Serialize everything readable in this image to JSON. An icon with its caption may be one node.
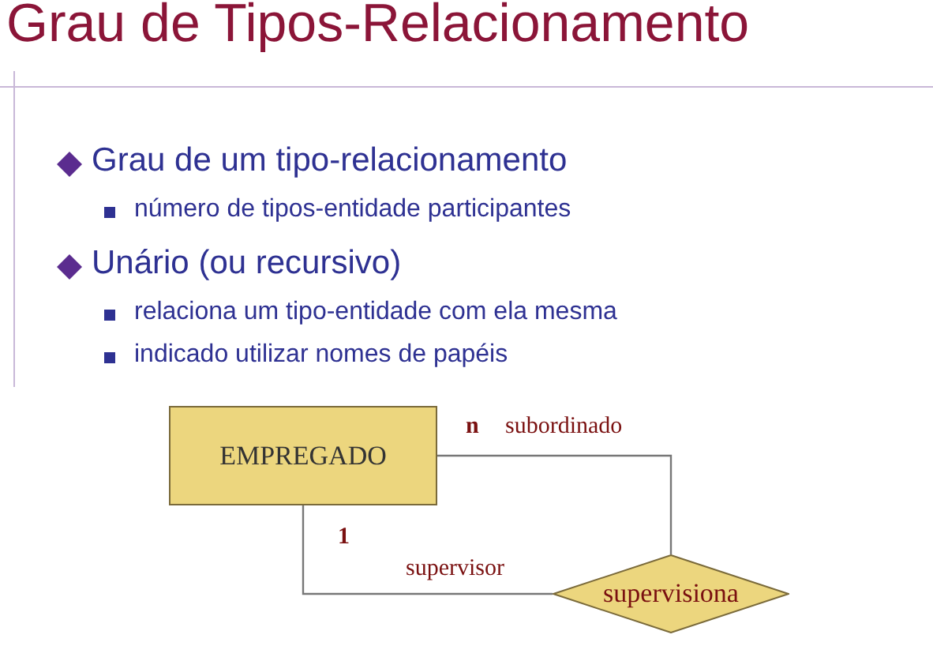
{
  "diagram": {
    "title": "Grau de Tipos-Relacionamento",
    "nodes": [
      {
        "text": [
          "EMPREGADO"
        ]
      },
      {
        "text": [
          "supervisiona"
        ]
      }
    ],
    "edges": [
      {
        "from": 0,
        "to": 1,
        "arrow": "none",
        "label": "subordinado"
      },
      {
        "from": 0,
        "to": 1,
        "arrow": "none",
        "label": "supervisor"
      }
    ],
    "labels": [
      "Grau de um tipo-relacionamento",
      "número de tipos-entidade participantes",
      "Unário (ou recursivo)",
      "relaciona um tipo-entidade com ela mesma",
      "indicado utilizar nomes de papéis",
      "n",
      "1"
    ]
  }
}
